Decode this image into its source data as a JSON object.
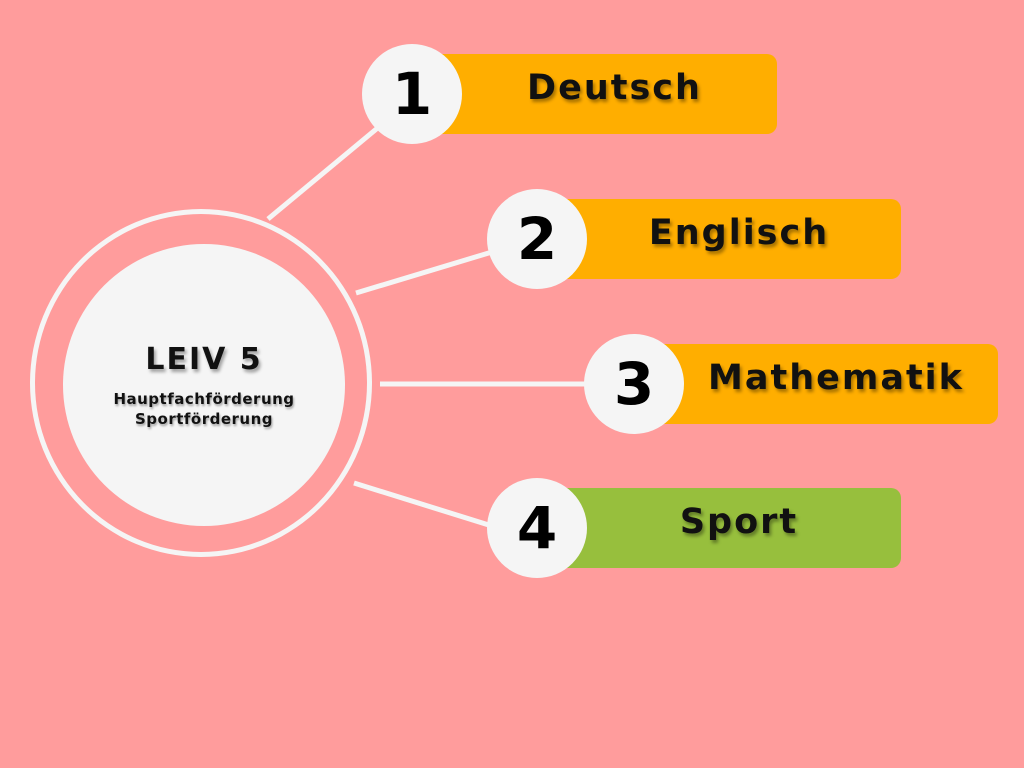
{
  "colors": {
    "background": "#ff9c9c",
    "circle": "#f5f5f5",
    "accent_orange": "#ffae00",
    "accent_green": "#97bf3d"
  },
  "hub": {
    "title": "LEIV 5",
    "line1": "Hauptfachförderung",
    "line2": "Sportförderung"
  },
  "items": [
    {
      "number": "1",
      "label": "Deutsch",
      "color": "#ffae00"
    },
    {
      "number": "2",
      "label": "Englisch",
      "color": "#ffae00"
    },
    {
      "number": "3",
      "label": "Mathematik",
      "color": "#ffae00"
    },
    {
      "number": "4",
      "label": "Sport",
      "color": "#97bf3d"
    }
  ]
}
